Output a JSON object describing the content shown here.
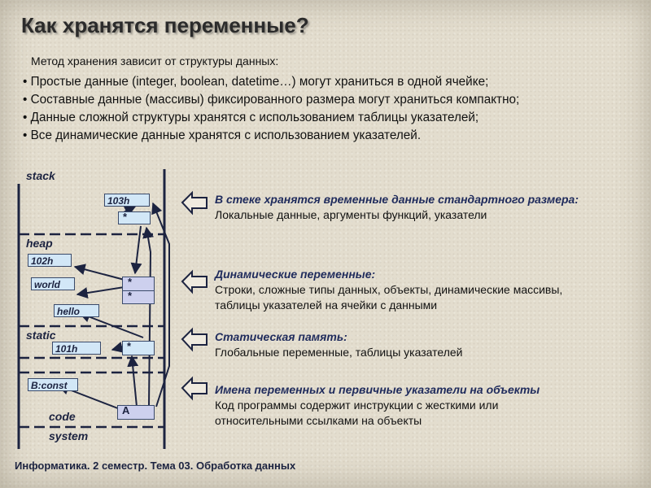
{
  "title": "Как хранятся переменные?",
  "intro": "Метод хранения зависит от структуры данных:",
  "bullets": [
    "Простые данные (integer, boolean, datetime…) могут храниться в одной ячейке;",
    "Составные данные (массивы) фиксированного размера могут храниться компактно;",
    "Данные сложной структуры хранятся с использованием таблицы указателей;",
    "Все динамические данные хранятся с использованием указателей."
  ],
  "memory": {
    "sections": [
      "stack",
      "heap",
      "static",
      "code",
      "system"
    ],
    "boxes": {
      "stack_addr": "103h",
      "stack_ptr": "*",
      "heap_addr": "102h",
      "world": "world",
      "hello": "hello",
      "static_addr": "101h",
      "static_ptr": "*",
      "const": "B:const",
      "code_a": "A",
      "heap_table_1": "*",
      "heap_table_2": "*"
    }
  },
  "descriptions": [
    {
      "heading": "В стеке хранятся временные данные стандартного размера:",
      "lines": [
        "Локальные данные, аргументы функций, указатели"
      ]
    },
    {
      "heading": "Динамические переменные:",
      "lines": [
        "Строки, сложные типы данных, объекты, динамические массивы,",
        "таблицы указателей на ячейки с данными"
      ]
    },
    {
      "heading": "Статическая память:",
      "lines": [
        "Глобальные переменные, таблицы указателей"
      ]
    },
    {
      "heading": "Имена переменных и первичные указатели на объекты",
      "lines": [
        "Код программы содержит инструкции с жесткими или",
        "относительными ссылками на объекты"
      ]
    }
  ],
  "footer": "Информатика. 2 семестр. Тема 03. Обработка данных",
  "colors": {
    "title": "#2b2b2b",
    "heading": "#1f2b5c",
    "box_fill": "#d2e7f7",
    "ptr_fill": "#cdd0ee",
    "line": "#1c2340"
  }
}
